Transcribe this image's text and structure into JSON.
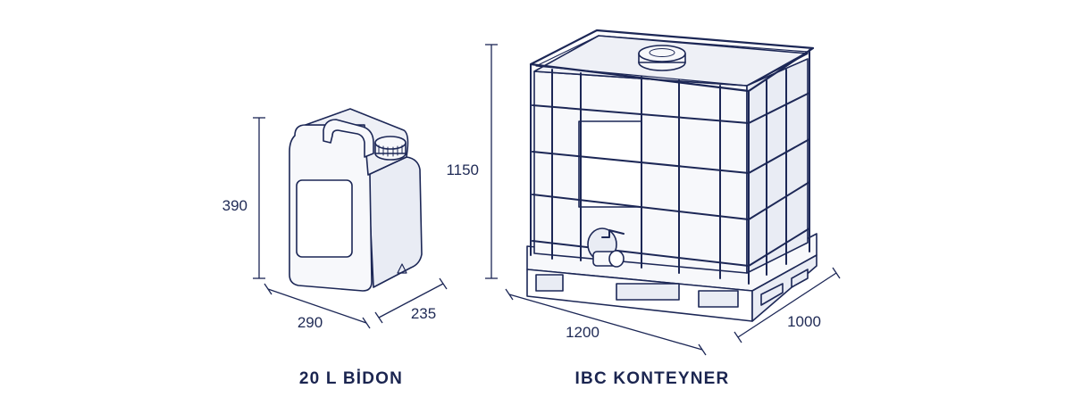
{
  "colors": {
    "line": "#1c2756",
    "fill": "#f7f8fb",
    "shade": "#e9ecf4"
  },
  "jerrycan": {
    "name": "20 L BİDON",
    "height": "390",
    "width": "290",
    "depth": "235"
  },
  "ibc": {
    "name": "IBC KONTEYNER",
    "height": "1150",
    "width": "1200",
    "depth": "1000"
  }
}
